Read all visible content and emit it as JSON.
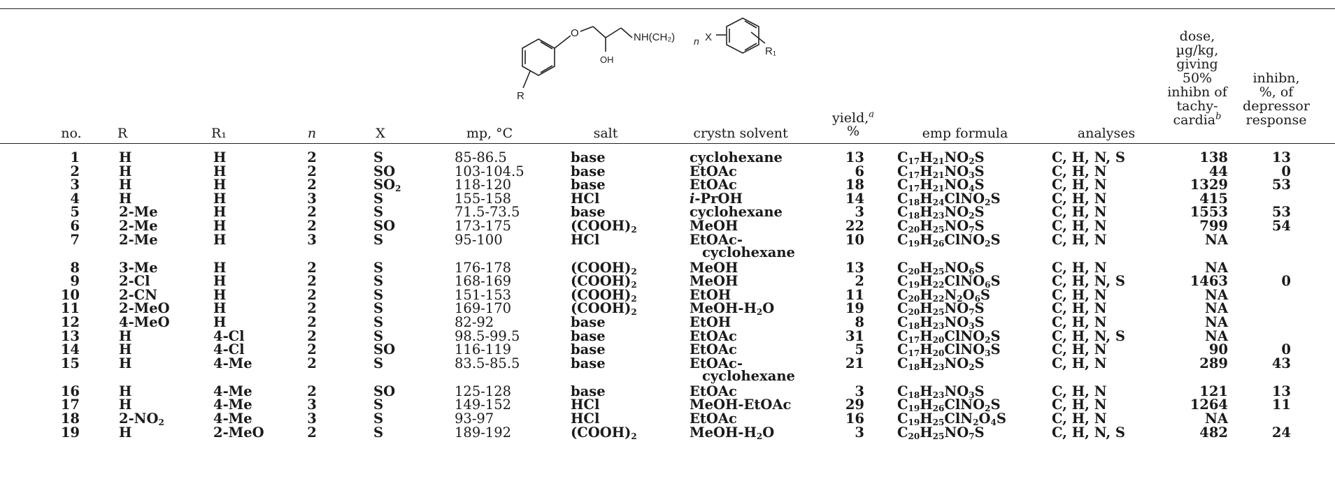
{
  "structure": {
    "labels": {
      "o": "O",
      "oh": "OH",
      "amine": "NH(CH₂)",
      "n": "n",
      "x": "X",
      "r": "R",
      "r1": "R₁"
    }
  },
  "headers": {
    "no": "no.",
    "r": "R",
    "r1": "R₁",
    "n": "n",
    "x": "X",
    "mp": "mp, °C",
    "salt": "salt",
    "solvent": "crystn solvent",
    "yield": "yield,",
    "yield_sup": "a",
    "yield_unit": "%",
    "formula": "emp formula",
    "analyses": "analyses",
    "dose_lines": [
      "dose,",
      "µg/kg,",
      "giving",
      "50%",
      "inhibn of",
      "tachy-",
      "cardia"
    ],
    "dose_sup": "b",
    "inhib_lines": [
      "inhibn,",
      "%, of",
      "depressor",
      "response"
    ]
  },
  "rows": [
    {
      "no": "1",
      "r": "H",
      "r1": "H",
      "n": "2",
      "x": "S",
      "mp": "85-86.5",
      "salt": "base",
      "solvent": "cyclohexane",
      "yield": "13",
      "formula": "C17H21NO2S",
      "analyses": "C, H, N, S",
      "dose": "138",
      "inhib": "13"
    },
    {
      "no": "2",
      "r": "H",
      "r1": "H",
      "n": "2",
      "x": "SO",
      "mp": "103-104.5",
      "salt": "base",
      "solvent": "EtOAc",
      "yield": "6",
      "formula": "C17H21NO3S",
      "analyses": "C, H, N",
      "dose": "44",
      "inhib": "0"
    },
    {
      "no": "3",
      "r": "H",
      "r1": "H",
      "n": "2",
      "x": "SO2",
      "mp": "118-120",
      "salt": "base",
      "solvent": "EtOAc",
      "yield": "18",
      "formula": "C17H21NO4S",
      "analyses": "C, H, N",
      "dose": "1329",
      "inhib": "53"
    },
    {
      "no": "4",
      "r": "H",
      "r1": "H",
      "n": "3",
      "x": "S",
      "mp": "155-158",
      "salt": "HCl",
      "solvent": "i-PrOH",
      "yield": "14",
      "formula": "C18H24ClNO2S",
      "analyses": "C, H, N",
      "dose": "415",
      "inhib": ""
    },
    {
      "no": "5",
      "r": "2-Me",
      "r1": "H",
      "n": "2",
      "x": "S",
      "mp": "71.5-73.5",
      "salt": "base",
      "solvent": "cyclohexane",
      "yield": "3",
      "formula": "C18H23NO2S",
      "analyses": "C, H, N",
      "dose": "1553",
      "inhib": "53"
    },
    {
      "no": "6",
      "r": "2-Me",
      "r1": "H",
      "n": "2",
      "x": "SO",
      "mp": "173-175",
      "salt": "(COOH)2",
      "solvent": "MeOH",
      "yield": "22",
      "formula": "C20H25NO7S",
      "analyses": "C, H, N",
      "dose": "799",
      "inhib": "54"
    },
    {
      "no": "7",
      "r": "2-Me",
      "r1": "H",
      "n": "3",
      "x": "S",
      "mp": "95-100",
      "salt": "HCl",
      "solvent": "EtOAc-",
      "solvent2": "cyclohexane",
      "yield": "10",
      "formula": "C19H26ClNO2S",
      "analyses": "C, H, N",
      "dose": "NA",
      "inhib": ""
    },
    {
      "no": "8",
      "r": "3-Me",
      "r1": "H",
      "n": "2",
      "x": "S",
      "mp": "176-178",
      "salt": "(COOH)2",
      "solvent": "MeOH",
      "yield": "13",
      "formula": "C20H25NO6S",
      "analyses": "C, H, N",
      "dose": "NA",
      "inhib": ""
    },
    {
      "no": "9",
      "r": "2-Cl",
      "r1": "H",
      "n": "2",
      "x": "S",
      "mp": "168-169",
      "salt": "(COOH)2",
      "solvent": "MeOH",
      "yield": "2",
      "formula": "C19H22ClNO6S",
      "analyses": "C, H, N, S",
      "dose": "1463",
      "inhib": "0"
    },
    {
      "no": "10",
      "r": "2-CN",
      "r1": "H",
      "n": "2",
      "x": "S",
      "mp": "151-153",
      "salt": "(COOH)2",
      "solvent": "EtOH",
      "yield": "11",
      "formula": "C20H22N2O6S",
      "analyses": "C, H, N",
      "dose": "NA",
      "inhib": ""
    },
    {
      "no": "11",
      "r": "2-MeO",
      "r1": "H",
      "n": "2",
      "x": "S",
      "mp": "169-170",
      "salt": "(COOH)2",
      "solvent": "MeOH-H2O",
      "yield": "19",
      "formula": "C20H25NO7S",
      "analyses": "C, H, N",
      "dose": "NA",
      "inhib": ""
    },
    {
      "no": "12",
      "r": "4-MeO",
      "r1": "H",
      "n": "2",
      "x": "S",
      "mp": "82-92",
      "salt": "base",
      "solvent": "EtOH",
      "yield": "8",
      "formula": "C18H23NO3S",
      "analyses": "C, H, N",
      "dose": "NA",
      "inhib": ""
    },
    {
      "no": "13",
      "r": "H",
      "r1": "4-Cl",
      "n": "2",
      "x": "S",
      "mp": "98.5-99.5",
      "salt": "base",
      "solvent": "EtOAc",
      "yield": "31",
      "formula": "C17H20ClNO2S",
      "analyses": "C, H, N, S",
      "dose": "NA",
      "inhib": ""
    },
    {
      "no": "14",
      "r": "H",
      "r1": "4-Cl",
      "n": "2",
      "x": "SO",
      "mp": "116-119",
      "salt": "base",
      "solvent": "EtOAc",
      "yield": "5",
      "formula": "C17H20ClNO3S",
      "analyses": "C, H, N",
      "dose": "90",
      "inhib": "0"
    },
    {
      "no": "15",
      "r": "H",
      "r1": "4-Me",
      "n": "2",
      "x": "S",
      "mp": "83.5-85.5",
      "salt": "base",
      "solvent": "EtOAc-",
      "solvent2": "cyclohexane",
      "yield": "21",
      "formula": "C18H23NO2S",
      "analyses": "C, H, N",
      "dose": "289",
      "inhib": "43"
    },
    {
      "no": "16",
      "r": "H",
      "r1": "4-Me",
      "n": "2",
      "x": "SO",
      "mp": "125-128",
      "salt": "base",
      "solvent": "EtOAc",
      "yield": "3",
      "formula": "C18H23NO3S",
      "analyses": "C, H, N",
      "dose": "121",
      "inhib": "13"
    },
    {
      "no": "17",
      "r": "H",
      "r1": "4-Me",
      "n": "3",
      "x": "S",
      "mp": "149-152",
      "salt": "HCl",
      "solvent": "MeOH-EtOAc",
      "yield": "29",
      "formula": "C19H26ClNO2S",
      "analyses": "C, H, N",
      "dose": "1264",
      "inhib": "11"
    },
    {
      "no": "18",
      "r": "2-NO2",
      "r1": "4-Me",
      "n": "3",
      "x": "S",
      "mp": "93-97",
      "salt": "HCl",
      "solvent": "EtOAc",
      "yield": "16",
      "formula": "C19H25ClN2O4S",
      "analyses": "C, H, N",
      "dose": "NA",
      "inhib": ""
    },
    {
      "no": "19",
      "r": "H",
      "r1": "2-MeO",
      "n": "2",
      "x": "S",
      "mp": "189-192",
      "salt": "(COOH)2",
      "solvent": "MeOH-H2O",
      "yield": "3",
      "formula": "C20H25NO7S",
      "analyses": "C, H, N, S",
      "dose": "482",
      "inhib": "24"
    }
  ]
}
